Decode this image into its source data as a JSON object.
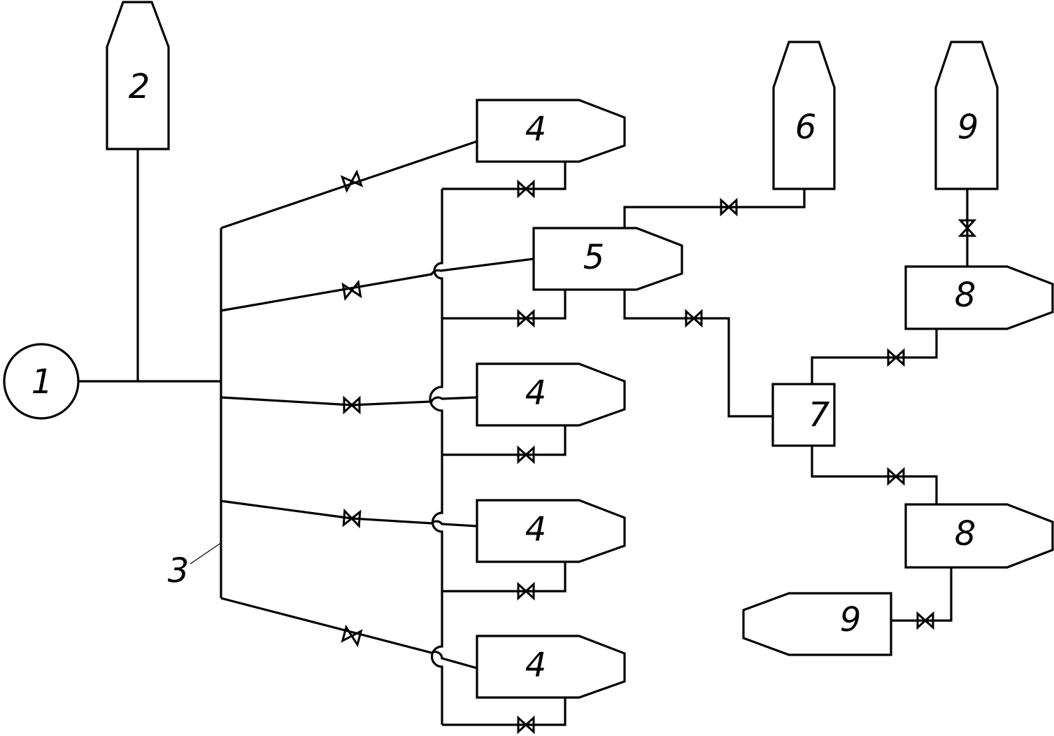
{
  "diagram": {
    "labels": {
      "pump": "1",
      "top_tank": "2",
      "manifold": "3",
      "unit_a": "4",
      "unit_b": "4",
      "unit_c": "4",
      "unit_d": "4",
      "middle_unit": "5",
      "upper_tank": "6",
      "junction_box": "7",
      "upper_receiver": "8",
      "lower_receiver": "8",
      "right_upper_tank": "9",
      "bottom_tank": "9"
    }
  }
}
